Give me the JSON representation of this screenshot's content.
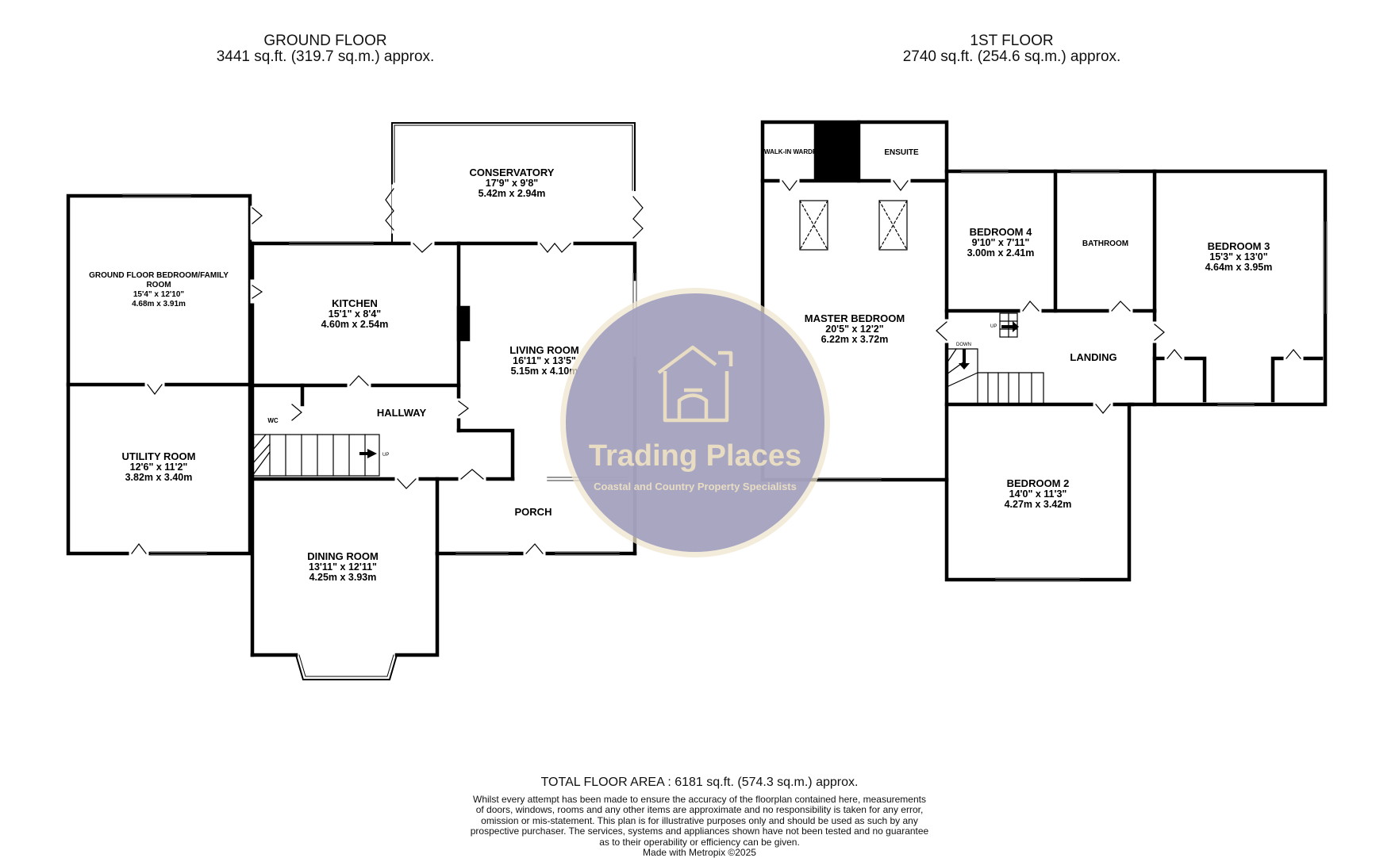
{
  "ground_floor": {
    "title": "GROUND FLOOR",
    "area": "3441 sq.ft. (319.7 sq.m.) approx."
  },
  "first_floor": {
    "title": "1ST FLOOR",
    "area": "2740 sq.ft. (254.6 sq.m.) approx."
  },
  "rooms": {
    "conservatory": {
      "name": "CONSERVATORY",
      "imperial": "17'9\"  x 9'8\"",
      "metric": "5.42m  x 2.94m"
    },
    "family_room": {
      "name_line1": "GROUND FLOOR BEDROOM/FAMILY",
      "name_line2": "ROOM",
      "imperial": "15'4\"  x 12'10\"",
      "metric": "4.68m  x 3.91m"
    },
    "kitchen": {
      "name": "KITCHEN",
      "imperial": "15'1\"  x 8'4\"",
      "metric": "4.60m  x 2.54m"
    },
    "living_room": {
      "name": "LIVING ROOM",
      "imperial": "16'11\"  x 13'5\"",
      "metric": "5.15m  x 4.10m"
    },
    "utility_room": {
      "name": "UTILITY ROOM",
      "imperial": "12'6\"  x 11'2\"",
      "metric": "3.82m  x 3.40m"
    },
    "hallway": {
      "name": "HALLWAY"
    },
    "wc": {
      "name": "WC"
    },
    "porch": {
      "name": "PORCH"
    },
    "dining_room": {
      "name": "DINING ROOM",
      "imperial": "13'11\"  x 12'11\"",
      "metric": "4.25m  x 3.93m"
    },
    "walk_in_wardrobe": {
      "name": "WALK-IN WARDROBE"
    },
    "ensuite": {
      "name": "ENSUITE"
    },
    "master_bedroom": {
      "name": "MASTER BEDROOM",
      "imperial": "20'5\"  x 12'2\"",
      "metric": "6.22m  x 3.72m"
    },
    "bedroom4": {
      "name": "BEDROOM 4",
      "imperial": "9'10\"  x 7'11\"",
      "metric": "3.00m  x 2.41m"
    },
    "bathroom": {
      "name": "BATHROOM"
    },
    "bedroom3": {
      "name": "BEDROOM 3",
      "imperial": "15'3\"  x 13'0\"",
      "metric": "4.64m  x 3.95m"
    },
    "landing": {
      "name": "LANDING"
    },
    "bedroom2": {
      "name": "BEDROOM 2",
      "imperial": "14'0\"  x 11'3\"",
      "metric": "4.27m  x 3.42m"
    }
  },
  "stairs": {
    "up": "UP",
    "down": "DOWN"
  },
  "watermark": {
    "brand": "Trading Places",
    "tagline": "Coastal and Country Property Specialists"
  },
  "footer": {
    "total": "TOTAL FLOOR AREA : 6181 sq.ft. (574.3 sq.m.) approx.",
    "disclaimer": [
      "Whilst every attempt has been made to ensure the accuracy of the floorplan contained here, measurements",
      "of doors, windows, rooms and any other items are approximate and no responsibility is taken for any error,",
      "omission or mis-statement. This plan is for illustrative purposes only and should be used as such by any",
      "prospective purchaser. The services, systems and appliances shown have not been tested and no guarantee",
      "as to their operability or efficiency can be given."
    ],
    "credit": "Made with Metropix ©2025"
  },
  "colors": {
    "wall": "#000000",
    "watermark_fill": "#9d9cbd",
    "watermark_ring": "#efe6cf",
    "watermark_text": "#efe2c4"
  }
}
